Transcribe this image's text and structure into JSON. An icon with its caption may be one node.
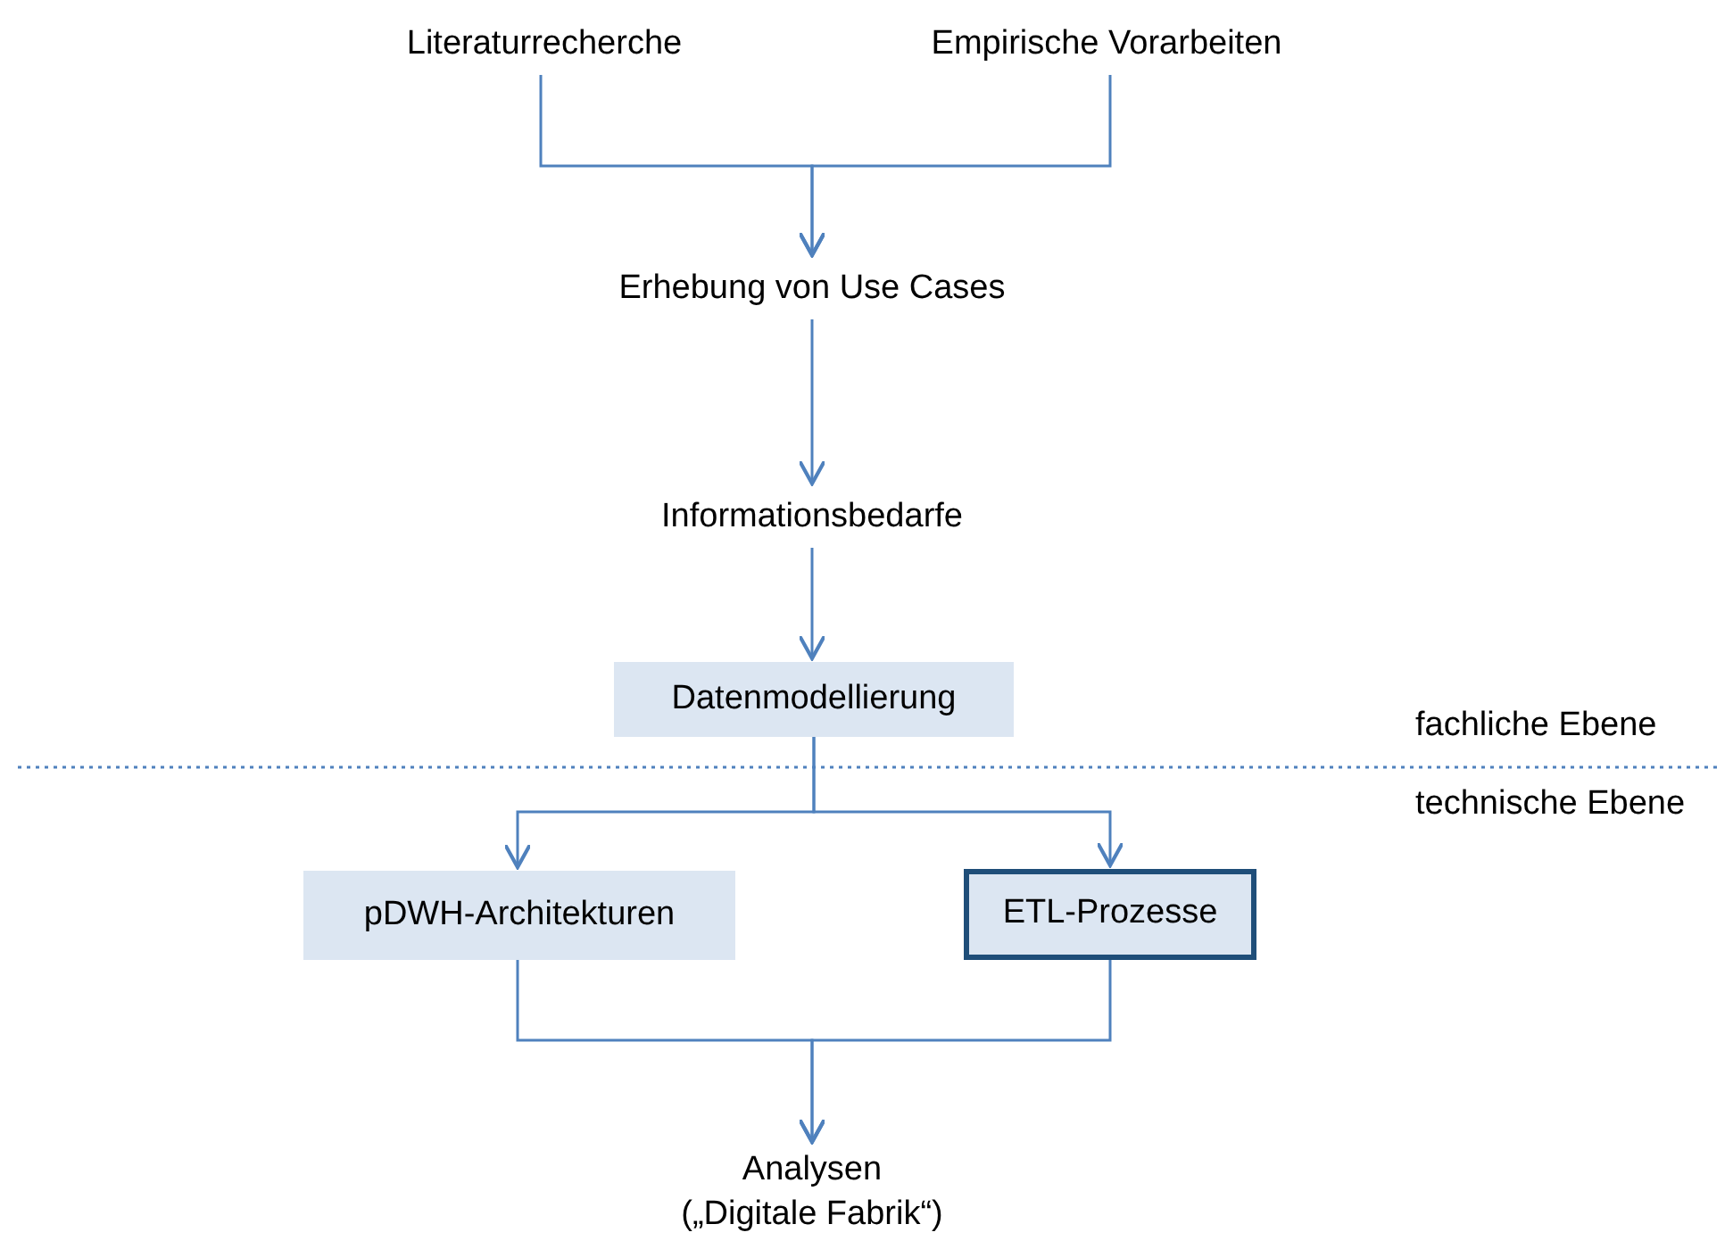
{
  "diagram": {
    "nodes": [
      {
        "text": [
          "Literaturrecherche"
        ]
      },
      {
        "text": [
          "Empirische Vorarbeiten"
        ]
      },
      {
        "text": [
          "Erhebung von Use Cases"
        ]
      },
      {
        "text": [
          "Informationsbedarfe"
        ]
      },
      {
        "text": [
          "Datenmodellierung"
        ]
      },
      {
        "text": [
          "pDWH-Architekturen"
        ]
      },
      {
        "text": [
          "ETL-Prozesse"
        ]
      },
      {
        "text": [
          "Analysen („Digitale Fabrik“)"
        ]
      }
    ],
    "edges": [
      {
        "from": 0,
        "to": 2,
        "arrow": "to"
      },
      {
        "from": 1,
        "to": 2,
        "arrow": "to"
      },
      {
        "from": 2,
        "to": 3,
        "arrow": "to"
      },
      {
        "from": 3,
        "to": 4,
        "arrow": "to"
      },
      {
        "from": 4,
        "to": 5,
        "arrow": "to"
      },
      {
        "from": 4,
        "to": 6,
        "arrow": "to"
      },
      {
        "from": 5,
        "to": 7,
        "arrow": "to"
      },
      {
        "from": 6,
        "to": 7,
        "arrow": "to"
      }
    ],
    "labels": [
      "fachliche Ebene",
      "technische Ebene"
    ]
  }
}
